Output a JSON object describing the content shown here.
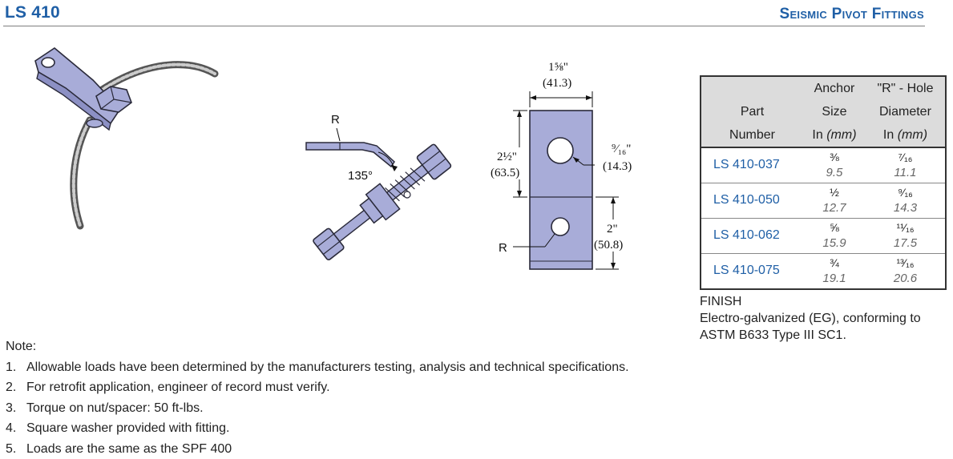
{
  "header": {
    "part_code": "LS 410",
    "category": "Seismic Pivot Fittings"
  },
  "colors": {
    "brand_blue": "#1f5fa6",
    "part_fill": "#a8acd8",
    "part_stroke": "#2a2a3a",
    "table_header_bg": "#dcdcdc"
  },
  "drawing": {
    "side_view": {
      "radius_label": "R",
      "angle_label": "135°"
    },
    "front_view": {
      "width_in": "1⅝\"",
      "width_mm": "(41.3)",
      "height_in": "2½\"",
      "height_mm": "(63.5)",
      "hole_in": "⁹⁄₁₆\"",
      "hole_mm": "(14.3)",
      "lower_in": "2\"",
      "lower_mm": "(50.8)",
      "radius_label": "R"
    }
  },
  "table": {
    "headers": {
      "part": [
        "Part",
        "Number"
      ],
      "anchor": [
        "Anchor",
        "Size",
        "In",
        "(mm)"
      ],
      "hole": [
        "\"R\" - Hole",
        "Diameter",
        "In",
        "(mm)"
      ]
    },
    "rows": [
      {
        "part": "LS 410-037",
        "anchor_in": "⅜",
        "anchor_mm": "9.5",
        "hole_in": "⁷⁄₁₆",
        "hole_mm": "11.1"
      },
      {
        "part": "LS 410-050",
        "anchor_in": "½",
        "anchor_mm": "12.7",
        "hole_in": "⁹⁄₁₆",
        "hole_mm": "14.3"
      },
      {
        "part": "LS 410-062",
        "anchor_in": "⅝",
        "anchor_mm": "15.9",
        "hole_in": "¹¹⁄₁₆",
        "hole_mm": "17.5"
      },
      {
        "part": "LS 410-075",
        "anchor_in": "¾",
        "anchor_mm": "19.1",
        "hole_in": "¹³⁄₁₆",
        "hole_mm": "20.6"
      }
    ]
  },
  "finish": {
    "title": "FINISH",
    "text": "Electro-galvanized (EG), conforming to ASTM B633 Type III SC1."
  },
  "notes": {
    "title": "Note:",
    "items": [
      {
        "num": "1.",
        "text": "Allowable loads have been determined by the manufacturers testing, analysis and technical specifications."
      },
      {
        "num": "2.",
        "text": "For retrofit application, engineer of record must verify."
      },
      {
        "num": "3.",
        "text": "Torque on nut/spacer: 50 ft-lbs."
      },
      {
        "num": "4.",
        "text": "Square washer provided with fitting."
      },
      {
        "num": "5.",
        "text": "Loads are the same as the SPF 400"
      }
    ]
  }
}
